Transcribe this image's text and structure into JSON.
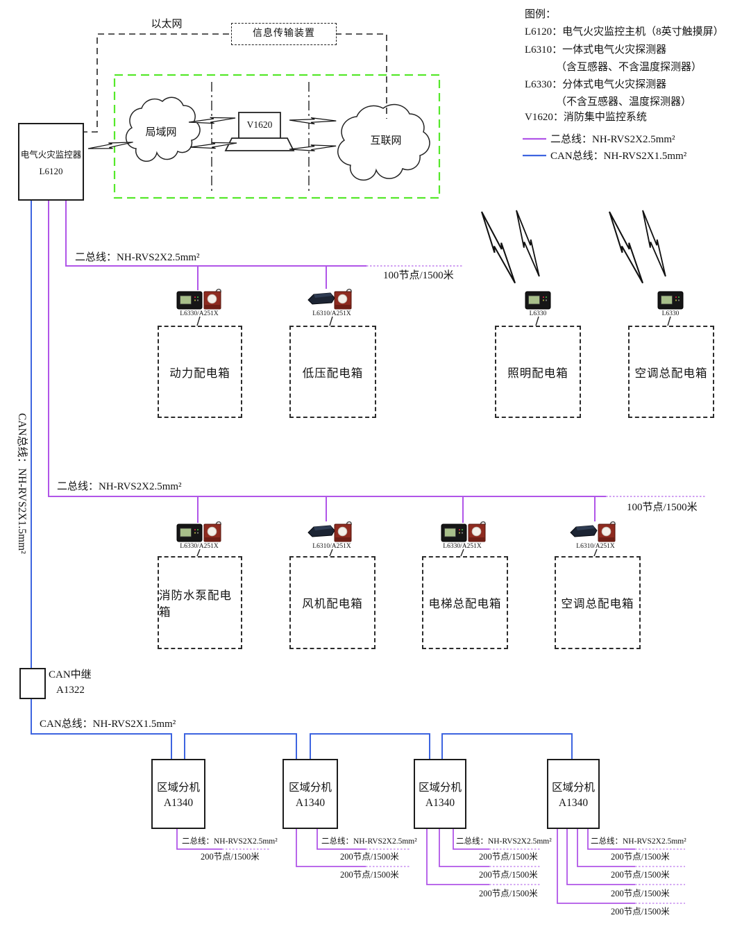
{
  "legend": {
    "title": "图例：",
    "rows": [
      "L6120：电气火灾监控主机（8英寸触摸屏）",
      "L6310：一体式电气火灾探测器",
      "（含互感器、不含温度探测器）",
      "L6330：分体式电气火灾探测器",
      "（不含互感器、温度探测器）",
      "V1620：消防集中监控系统"
    ],
    "bus2_line": "二总线：NH-RVS2X2.5mm²",
    "can_line": "CAN总线：NH-RVS2X1.5mm²"
  },
  "network": {
    "ethernet": "以太网",
    "transmission_device": "信息传输装置",
    "lan": "局域网",
    "internet": "互联网",
    "workstation": "V1620"
  },
  "monitor": {
    "name": "电气火灾监控器",
    "model": "L6120"
  },
  "bus1": {
    "label": "二总线：NH-RVS2X2.5mm²",
    "capacity": "100节点/1500米"
  },
  "bus2": {
    "label": "二总线：NH-RVS2X2.5mm²",
    "capacity": "100节点/1500米"
  },
  "can": {
    "side_label": "CAN总线：NH-RVS2X1.5mm²",
    "bottom_label": "CAN总线：NH-RVS2X1.5mm²",
    "repeater_name": "CAN中继",
    "repeater_model": "A1322"
  },
  "devices": {
    "l6330_a251x": "L6330/A251X",
    "l6310_a251x": "L6310/A251X",
    "l6330": "L6330"
  },
  "row1": {
    "boxes": [
      "动力配电箱",
      "低压配电箱",
      "照明配电箱",
      "空调总配电箱"
    ]
  },
  "row2": {
    "boxes": [
      "消防水泵配电箱",
      "风机配电箱",
      "电梯总配电箱",
      "空调总配电箱"
    ]
  },
  "zone_unit": {
    "name": "区域分机",
    "model": "A1340"
  },
  "branch": {
    "bus_label": "二总线：NH-RVS2X2.5mm²",
    "capacity": "200节点/1500米"
  },
  "colors": {
    "two_bus_wire": "#b055e8",
    "two_bus_wire_dotted": "#cf9df2",
    "can_wire": "#3d64e0",
    "boundary_green": "#55e82a",
    "detector_body": "#161616",
    "ct_body": "#8e2b20"
  }
}
